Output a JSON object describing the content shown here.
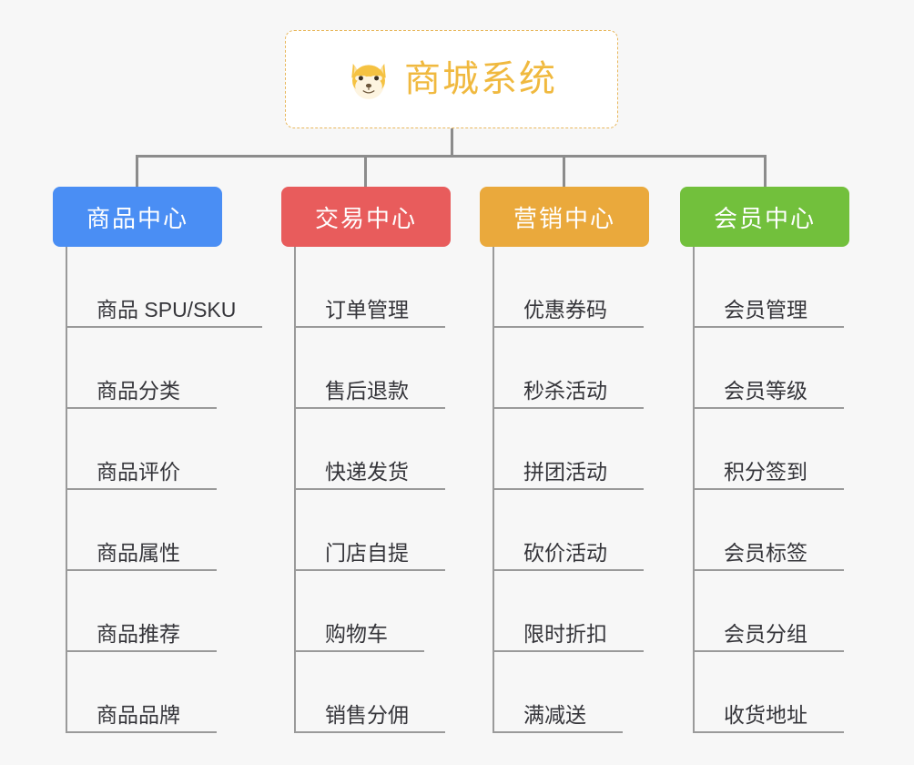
{
  "diagram": {
    "type": "org-chart",
    "background_color": "#f7f7f7",
    "root": {
      "title": "商城系统",
      "icon": "shiba-dog-icon",
      "text_color": "#f0b93f",
      "border_color": "#e8b75c",
      "background": "#ffffff"
    },
    "connector_color": "#8c8c8c",
    "columns": [
      {
        "title": "商品中心",
        "color": "#4a8ef4",
        "items": [
          "商品 SPU/SKU",
          "商品分类",
          "商品评价",
          "商品属性",
          "商品推荐",
          "商品品牌"
        ]
      },
      {
        "title": "交易中心",
        "color": "#e85c5c",
        "items": [
          "订单管理",
          "售后退款",
          "快递发货",
          "门店自提",
          "购物车",
          "销售分佣"
        ]
      },
      {
        "title": "营销中心",
        "color": "#eaa93c",
        "items": [
          "优惠券码",
          "秒杀活动",
          "拼团活动",
          "砍价活动",
          "限时折扣",
          "满减送"
        ]
      },
      {
        "title": "会员中心",
        "color": "#72c03c",
        "items": [
          "会员管理",
          "会员等级",
          "积分签到",
          "会员标签",
          "会员分组",
          "收货地址"
        ]
      }
    ]
  }
}
